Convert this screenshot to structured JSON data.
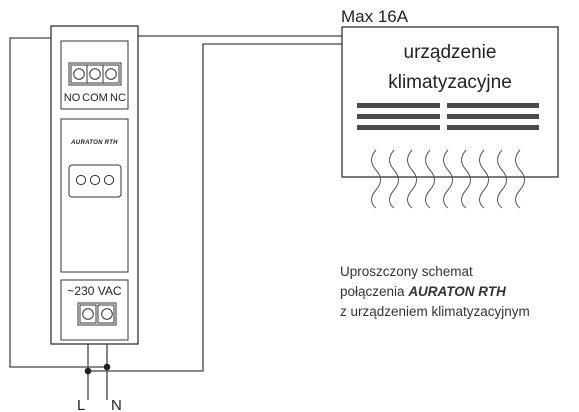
{
  "diagram": {
    "device": {
      "brand": "AURATON RTH",
      "top_terminal_labels": [
        "NO",
        "COM",
        "NC"
      ],
      "supply_label": "~230 VAC"
    },
    "ac_unit": {
      "rating": "Max 16A",
      "name_line1": "urządzenie",
      "name_line2": "klimatyzacyjne"
    },
    "mains": {
      "live_label": "L",
      "neutral_label": "N"
    },
    "caption": {
      "line1": "Uproszczony schemat",
      "line2_prefix": "połączenia ",
      "line2_brand": "AURATON RTH",
      "line3": "z urządzeniem klimatyzacyjnym"
    },
    "colors": {
      "wire": "#444444",
      "outline": "#333333",
      "vent_bars": "#4a4a4a",
      "text": "#222222"
    }
  }
}
